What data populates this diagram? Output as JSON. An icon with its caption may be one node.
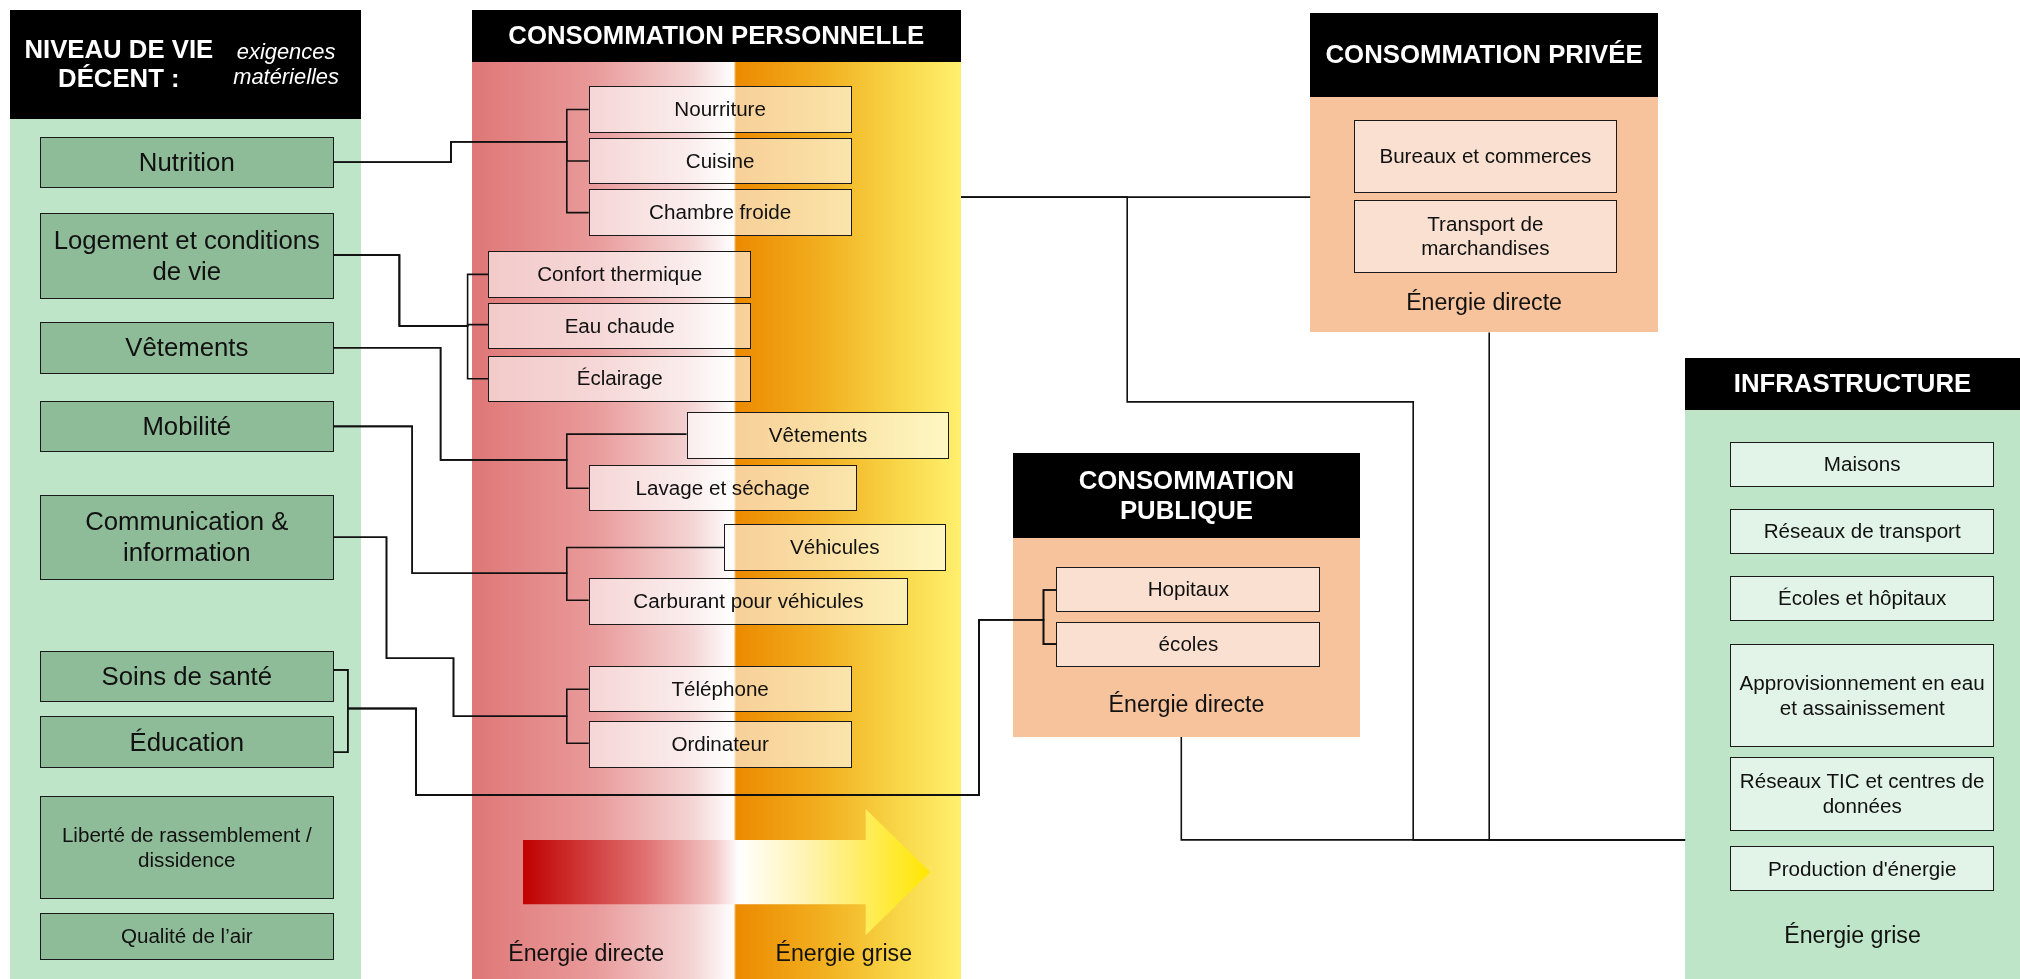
{
  "diagram": {
    "nodes": [
      {
        "text": [
          "**NIVEAU DE VIE DÉCENT :** *exigences matérielles*"
        ]
      },
      {
        "text": [
          "Nutrition"
        ],
        "in": 0
      },
      {
        "text": [
          "Logement et conditions de vie"
        ],
        "in": 0
      },
      {
        "text": [
          "Vêtements"
        ],
        "in": 0
      },
      {
        "text": [
          "Mobilité"
        ],
        "in": 0
      },
      {
        "text": [
          "Communication & information"
        ],
        "in": 0
      },
      {
        "text": [
          "Soins de santé"
        ],
        "in": 0
      },
      {
        "text": [
          "Éducation"
        ],
        "in": 0
      },
      {
        "text": [
          "Liberté de rassemblement / dissidence"
        ],
        "in": 0
      },
      {
        "text": [
          "Qualité de l’air"
        ],
        "in": 0
      },
      {
        "text": [
          "CONSOMMATION PERSONNELLE",
          "Énergie directe",
          "Énergie grise"
        ]
      },
      {
        "text": [
          "Nourriture"
        ],
        "in": 10
      },
      {
        "text": [
          "Cuisine"
        ],
        "in": 10
      },
      {
        "text": [
          "Chambre froide"
        ],
        "in": 10
      },
      {
        "text": [
          "Confort thermique"
        ],
        "in": 10
      },
      {
        "text": [
          "Eau chaude"
        ],
        "in": 10
      },
      {
        "text": [
          "Éclairage"
        ],
        "in": 10
      },
      {
        "text": [
          "Vêtements"
        ],
        "in": 10
      },
      {
        "text": [
          "Lavage et séchage"
        ],
        "in": 10
      },
      {
        "text": [
          "Véhicules"
        ],
        "in": 10
      },
      {
        "text": [
          "Carburant pour véhicules"
        ],
        "in": 10
      },
      {
        "text": [
          "Téléphone"
        ],
        "in": 10
      },
      {
        "text": [
          "Ordinateur"
        ],
        "in": 10
      },
      {
        "text": [
          "CONSOMMATION PRIVÉE",
          "Énergie directe"
        ]
      },
      {
        "text": [
          "Bureaux et commerces"
        ],
        "in": 23
      },
      {
        "text": [
          "Transport de marchandises"
        ],
        "in": 23
      },
      {
        "text": [
          "CONSOMMATION PUBLIQUE",
          "Énergie directe"
        ]
      },
      {
        "text": [
          "Hopitaux"
        ],
        "in": 26
      },
      {
        "text": [
          "écoles"
        ],
        "in": 26
      },
      {
        "text": [
          "INFRASTRUCTURE",
          "Énergie grise"
        ]
      },
      {
        "text": [
          "Maisons"
        ],
        "in": 29
      },
      {
        "text": [
          "Réseaux de transport"
        ],
        "in": 29
      },
      {
        "text": [
          "Écoles et hôpitaux"
        ],
        "in": 29
      },
      {
        "text": [
          "Approvisionnement en eau et assainissement"
        ],
        "in": 29
      },
      {
        "text": [
          "Réseaux TIC et centres de données"
        ],
        "in": 29
      },
      {
        "text": [
          "Production d'énergie"
        ],
        "in": 29
      }
    ],
    "edges": [
      {
        "from": 1,
        "to": 11,
        "arrow": "none"
      },
      {
        "from": 1,
        "to": 12,
        "arrow": "none"
      },
      {
        "from": 1,
        "to": 13,
        "arrow": "none"
      },
      {
        "from": 2,
        "to": 14,
        "arrow": "none"
      },
      {
        "from": 2,
        "to": 15,
        "arrow": "none"
      },
      {
        "from": 2,
        "to": 16,
        "arrow": "none"
      },
      {
        "from": 3,
        "to": 17,
        "arrow": "none"
      },
      {
        "from": 3,
        "to": 18,
        "arrow": "none"
      },
      {
        "from": 4,
        "to": 19,
        "arrow": "none"
      },
      {
        "from": 4,
        "to": 20,
        "arrow": "none"
      },
      {
        "from": 5,
        "to": 21,
        "arrow": "none"
      },
      {
        "from": 5,
        "to": 22,
        "arrow": "none"
      },
      {
        "from": 6,
        "to": 27,
        "arrow": "none"
      },
      {
        "from": 6,
        "to": 28,
        "arrow": "none"
      },
      {
        "from": 7,
        "to": 27,
        "arrow": "none"
      },
      {
        "from": 7,
        "to": 28,
        "arrow": "none"
      },
      {
        "from": 10,
        "to": 23,
        "arrow": "none"
      },
      {
        "from": 10,
        "to": 29,
        "arrow": "none"
      },
      {
        "from": 23,
        "to": 29,
        "arrow": "none"
      },
      {
        "from": 26,
        "to": 29,
        "arrow": "none"
      }
    ]
  }
}
